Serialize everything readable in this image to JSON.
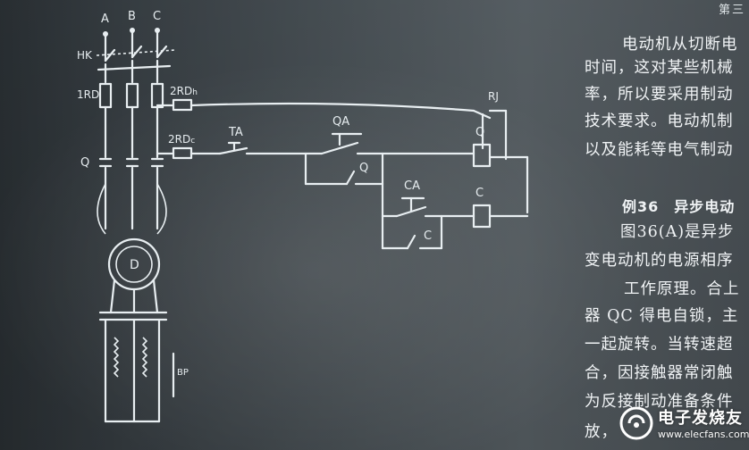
{
  "diagram": {
    "labels": {
      "phase_a": "A",
      "phase_b": "B",
      "phase_c": "C",
      "hk": "HK",
      "rd1": "1RD",
      "rd2_top": "2RD",
      "rd2_top_sub": "h",
      "rd2_mid": "2RD",
      "rd2_mid_sub": "c",
      "rj": "RJ",
      "qa": "QA",
      "ta": "TA",
      "q_main": "Q",
      "q_coil": "Q",
      "q_aux": "Q",
      "ca": "CA",
      "c_coil": "C",
      "c_aux": "C",
      "motor": "D",
      "bp": "BP"
    }
  },
  "text": {
    "header_mark": "第三",
    "lines": [
      "电动机从切断电",
      "时间，这对某些机械",
      "率，所以要采用制动",
      "技术要求。电动机制",
      "以及能耗等电气制动",
      "例36　异步电动",
      "图36(A)是异步",
      "变电动机的电源相序",
      "工作原理。合上",
      "器 QC 得电自锁，主",
      "一起旋转。当转速超",
      "合，因接触器常闭触",
      "为反接制动准备条件",
      "放，"
    ]
  },
  "watermark": {
    "name": "电子发烧友",
    "url": "www.elecfans.com"
  }
}
